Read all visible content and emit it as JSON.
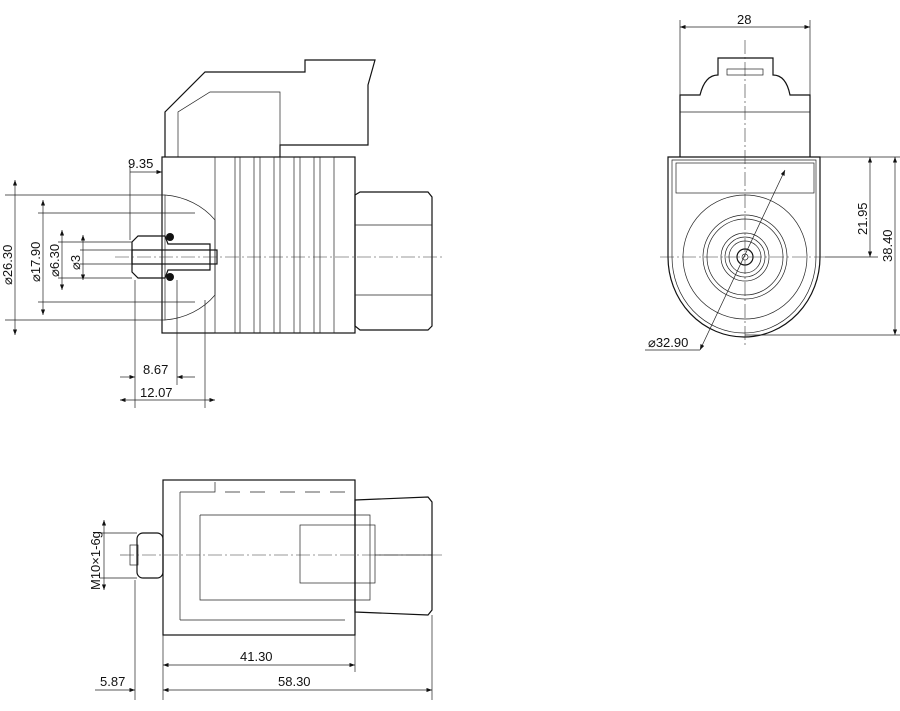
{
  "drawing": {
    "side_view": {
      "dimensions": {
        "d9_35": "9.35",
        "dia26_30": "⌀26.30",
        "dia17_90": "⌀17.90",
        "dia6_30": "⌀6.30",
        "dia3": "⌀3",
        "d8_67": "8.67",
        "d12_07": "12.07"
      }
    },
    "front_view": {
      "dimensions": {
        "width": "28",
        "d21_95": "21.95",
        "d38_40": "38.40",
        "dia32_90": "⌀32.90"
      }
    },
    "top_view": {
      "dimensions": {
        "thread": "M10×1-6g",
        "d41_30": "41.30",
        "d58_30": "58.30",
        "d5_87": "5.87"
      }
    }
  }
}
